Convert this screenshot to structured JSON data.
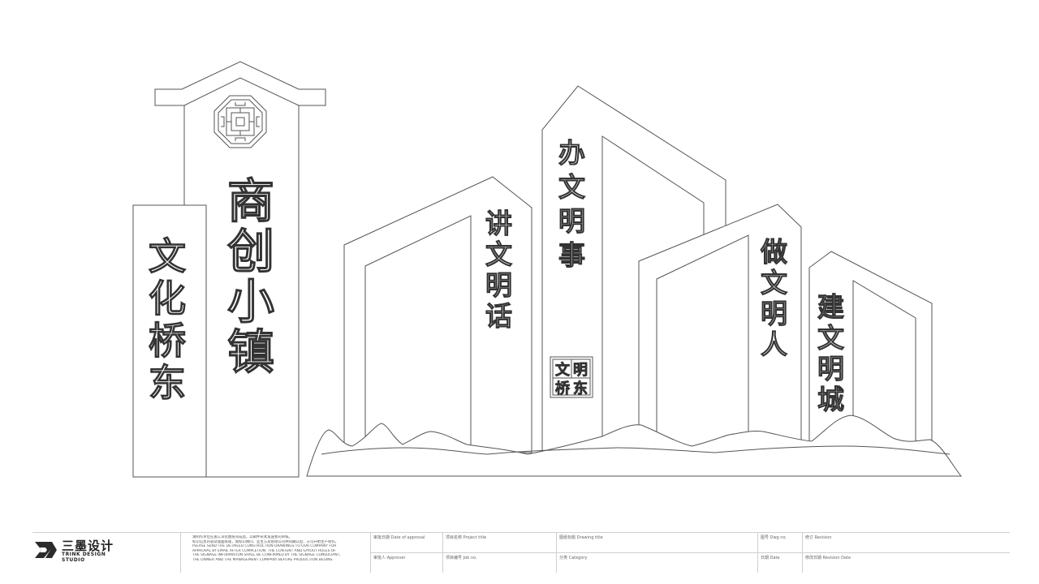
{
  "main_sign": {
    "title_chars": [
      "商",
      "创",
      "小",
      "镇"
    ],
    "side_chars": [
      "文",
      "化",
      "桥",
      "东"
    ]
  },
  "buildings": [
    {
      "chars": [
        "讲",
        "文",
        "明",
        "话"
      ]
    },
    {
      "chars": [
        "办",
        "文",
        "明",
        "事"
      ]
    },
    {
      "chars": [
        "做",
        "文",
        "明",
        "人"
      ]
    },
    {
      "chars": [
        "建",
        "文",
        "明",
        "城"
      ]
    }
  ],
  "seal": {
    "chars": [
      "文",
      "明",
      "桥",
      "东"
    ]
  },
  "title_block": {
    "logo_cn": "三墨设计",
    "logo_en_1": "TRINK DESIGN",
    "logo_en_2": "STUDIO",
    "notice_lines": [
      "请制作单位在施工深化图纸完成后，以邮件形式发送我司审核。",
      "标识信息内容及版面排版，需标识顾问、业主方及管理公司共同确认后，方可开始生产制作。",
      "PLEASE SEND THE DETAILED CONSTRUCTION DRAWINGS TO OUR COMPANY FOR",
      "APPROVAL BY EMAIL AFTER COMPLETION. THE CONTENT AND LAYOUT RULES OF",
      "THE SIGNAGE INFORMATION SHALL BE CONFIRMED BY THE SIGNAGE CONSULTANT,",
      "THE OWNER AND THE MANAGEMENT COMPANY BEFORE PRODUCTION BEGINS."
    ],
    "fields": {
      "date_of_approval": "审批日期 Date of approval",
      "approver": "审批人 Approver",
      "project_title": "项目名称 Project title",
      "job_no": "项目编号 Job no.",
      "drawing_title": "图纸标题 Drawing title",
      "category": "分类 Category",
      "dwg_no": "图号 Dwg no.",
      "date": "日期 Date",
      "revision": "修订 Revision",
      "revision_date": "修改日期 Revision Date"
    }
  }
}
